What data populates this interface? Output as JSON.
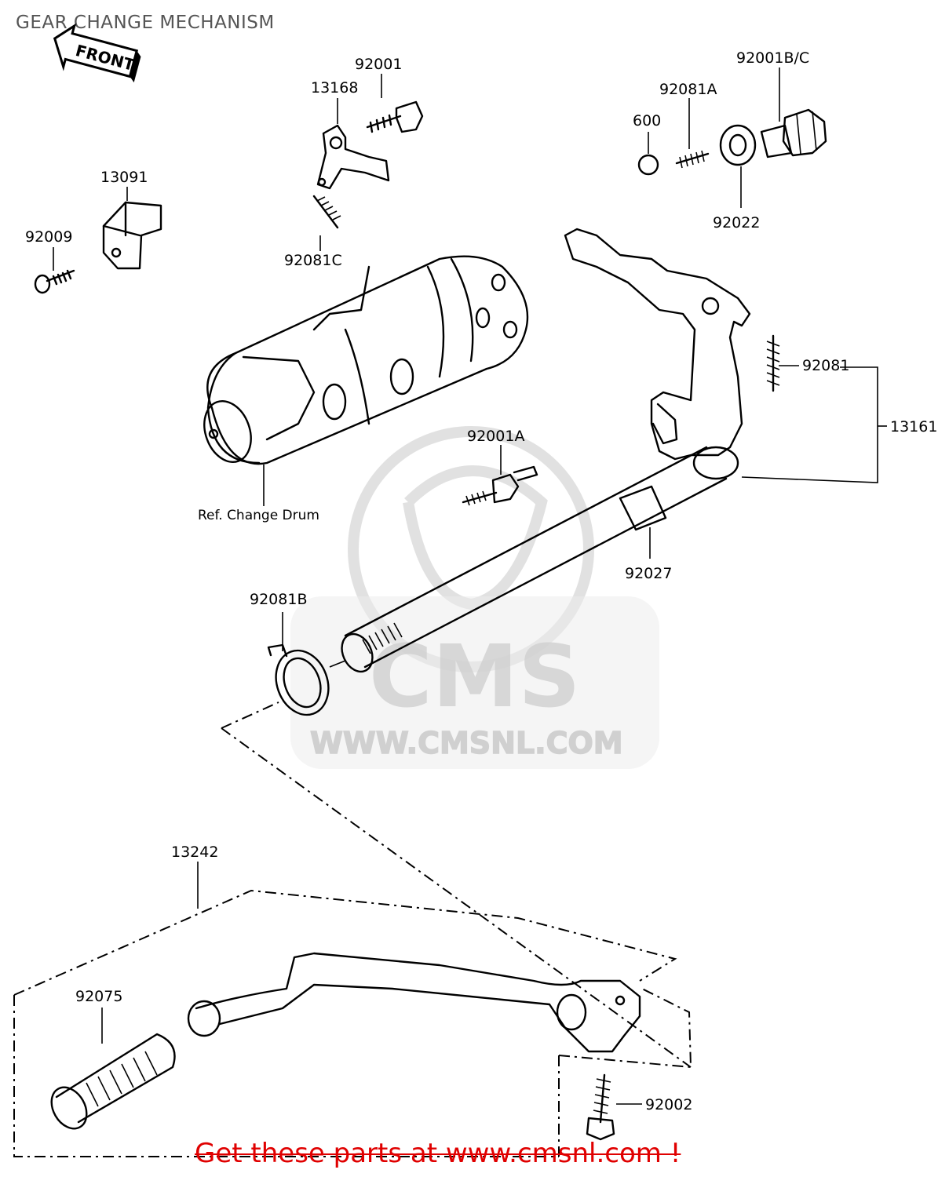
{
  "title": "GEAR CHANGE MECHANISM",
  "front_label": "FRONT",
  "ref_label": "Ref. Change Drum",
  "watermark": {
    "brand": "CMS",
    "url": "WWW.CMSNL.COM"
  },
  "footer_link": "Get these parts at www.cmsnl.com !",
  "parts": {
    "p92001": "92001",
    "p13168": "13168",
    "p92081A": "92081A",
    "p600": "600",
    "p92001BC": "92001B/C",
    "p92022": "92022",
    "p13091": "13091",
    "p92009": "92009",
    "p92081C": "92081C",
    "p92081": "92081",
    "p13161": "13161",
    "p92001A": "92001A",
    "p92027": "92027",
    "p92081B": "92081B",
    "p13242": "13242",
    "p92075": "92075",
    "p92002": "92002"
  }
}
